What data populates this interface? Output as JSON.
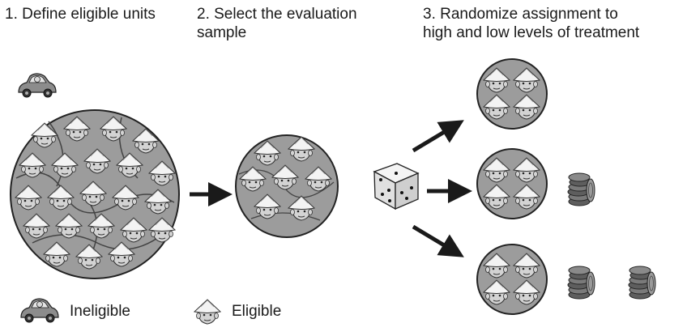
{
  "steps": [
    {
      "line1": "1. Define eligible units",
      "line2": ""
    },
    {
      "line1": "2. Select the evaluation",
      "line2": "sample"
    },
    {
      "line1": "3. Randomize assignment to",
      "line2": "high and low levels of treatment"
    }
  ],
  "legend": {
    "ineligible_label": "Ineligible",
    "eligible_label": "Eligible"
  },
  "groups": [
    {
      "coin_stacks": 0
    },
    {
      "coin_stacks": 1
    },
    {
      "coin_stacks": 2
    }
  ],
  "colors": {
    "text": "#1a1a1a",
    "circle_dark": "#4a4a4a",
    "circle_light": "#bdbdbd",
    "face": "#d9d9d9",
    "hat": "#f2f2f2",
    "arrow": "#1a1a1a",
    "coin": "#6e6e6e"
  },
  "icons": {
    "car": "car-with-person-icon",
    "person": "person-with-conical-hat-icon",
    "die": "die-icon",
    "coins": "coin-stack-icon"
  }
}
